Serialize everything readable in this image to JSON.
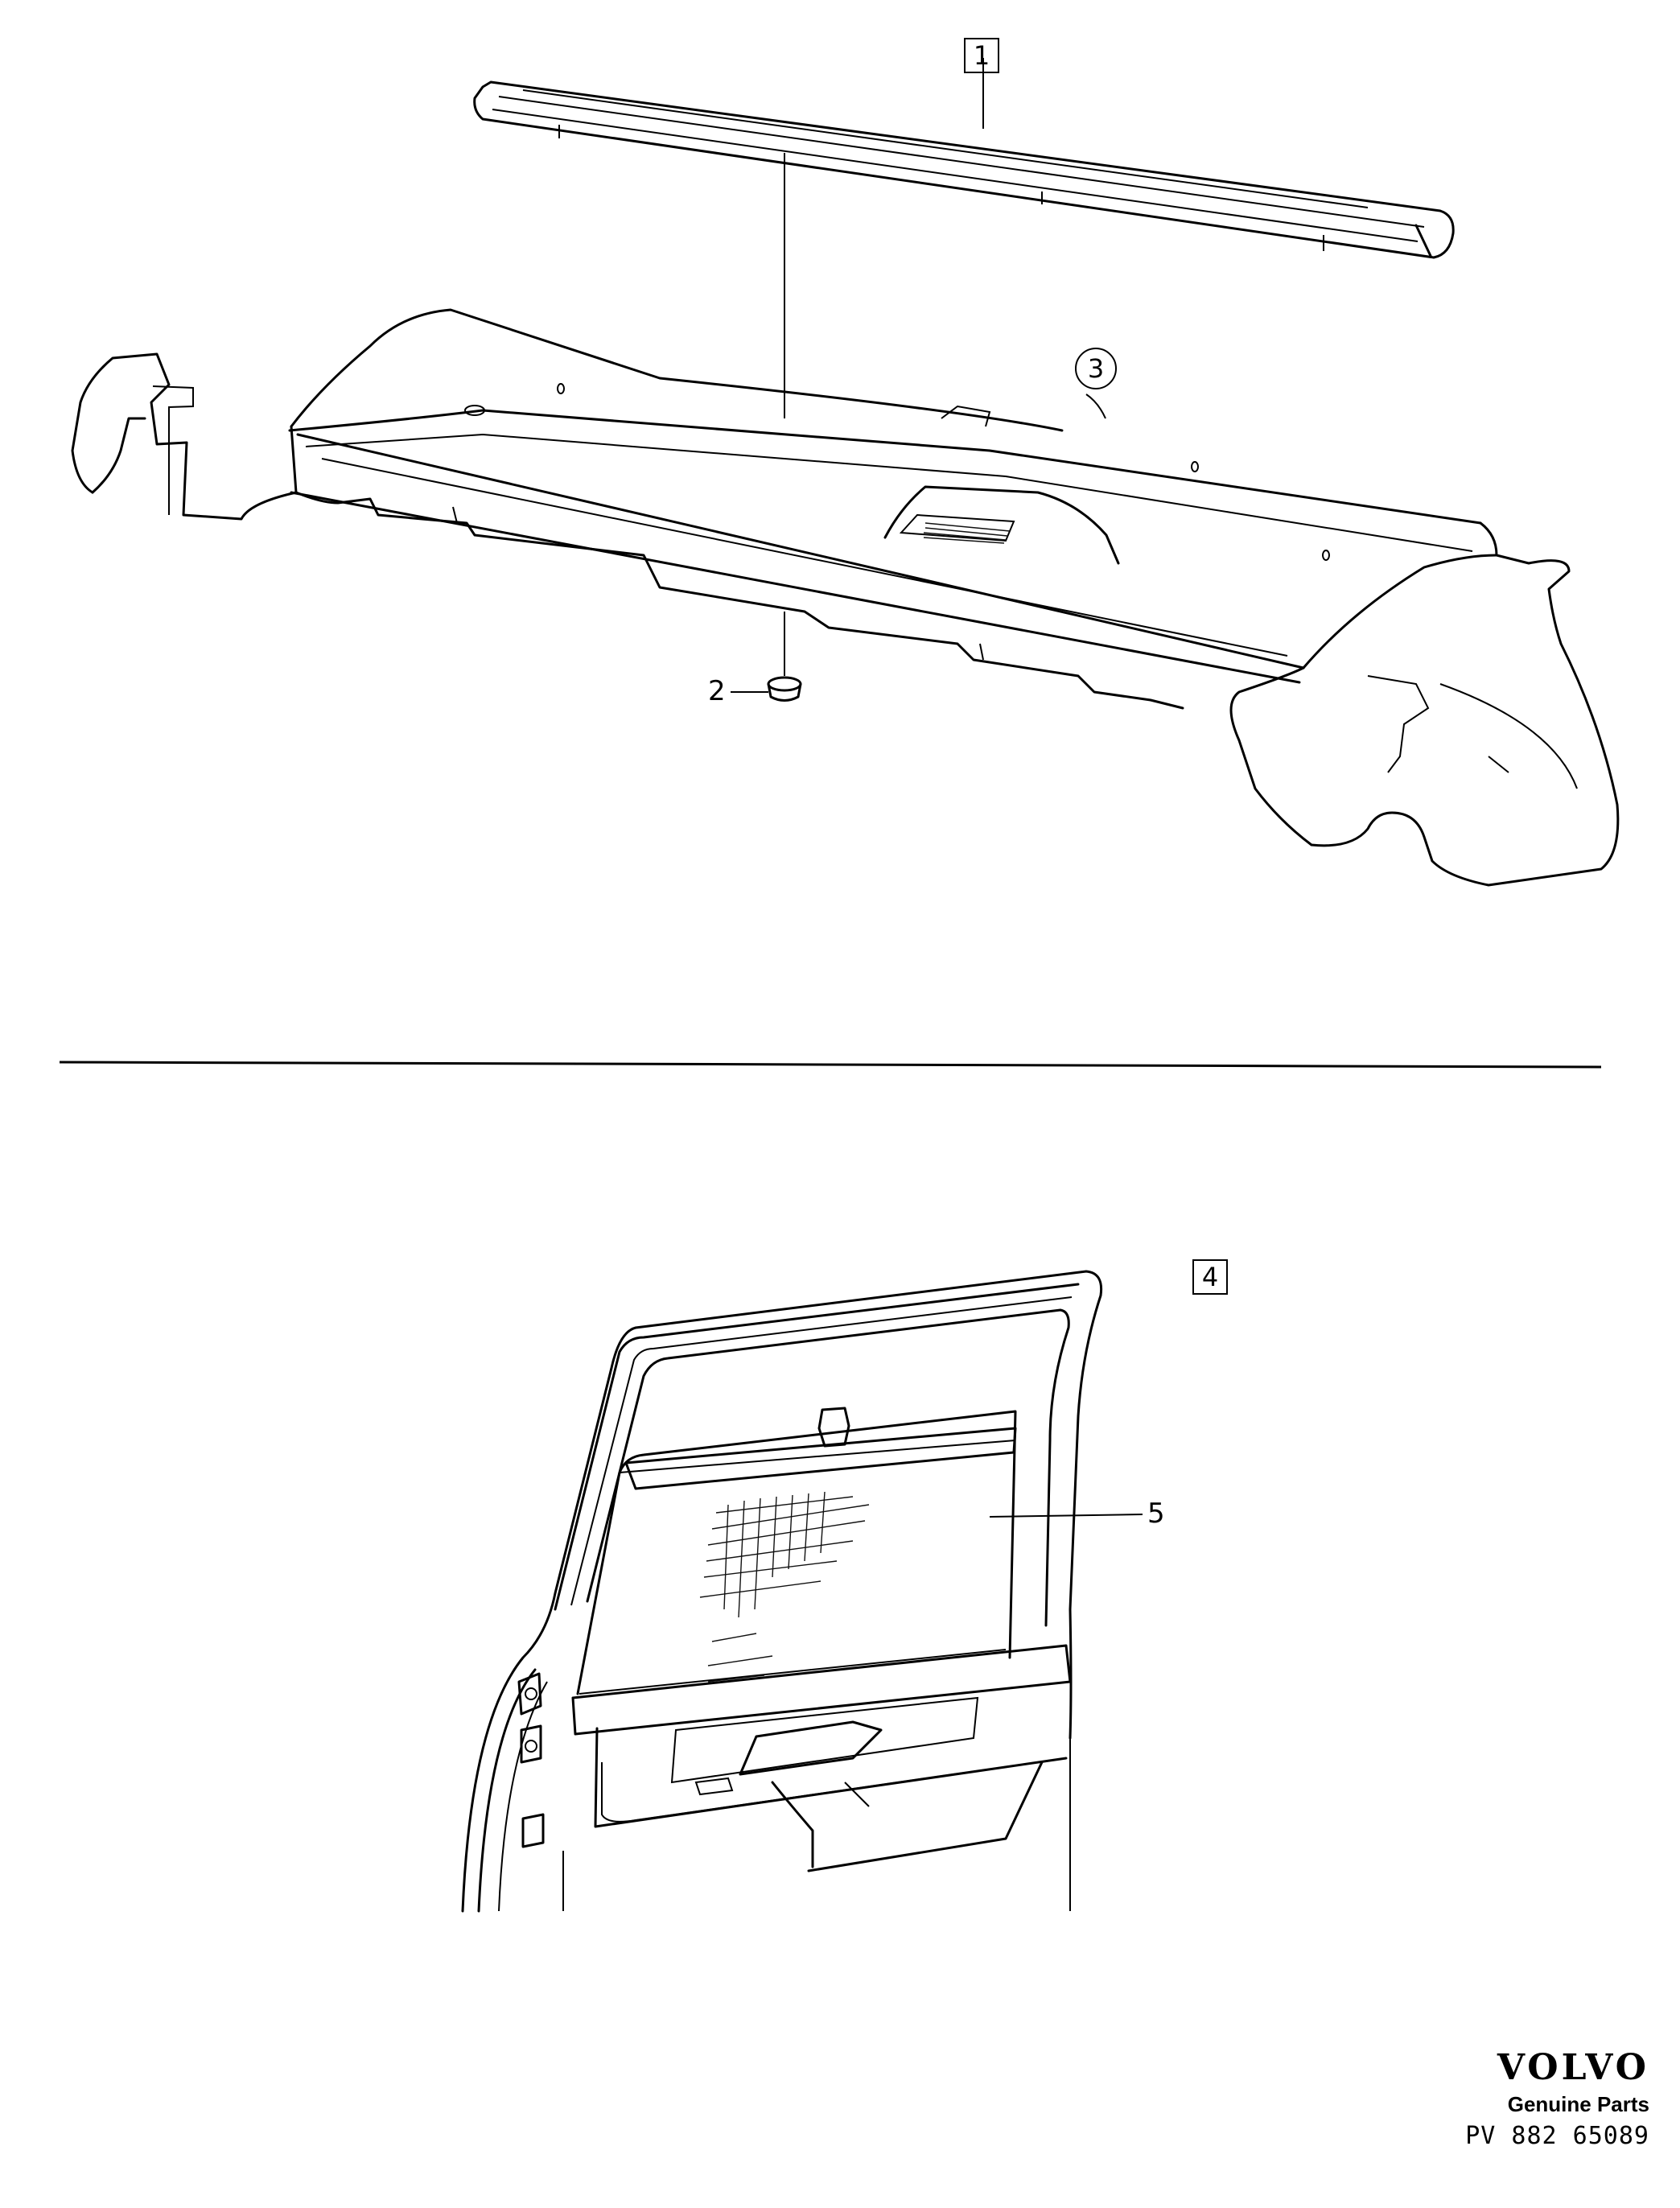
{
  "callouts": {
    "part1": "1",
    "part2": "2",
    "part3": "3",
    "part4": "4",
    "part5": "5"
  },
  "brand": {
    "logo": "VOLVO",
    "tagline": "Genuine Parts",
    "code": "PV  882 65089"
  },
  "illustrations": {
    "top": "rear-parcel-shelf-assembly",
    "bottom": "rear-door-with-sunblind"
  }
}
